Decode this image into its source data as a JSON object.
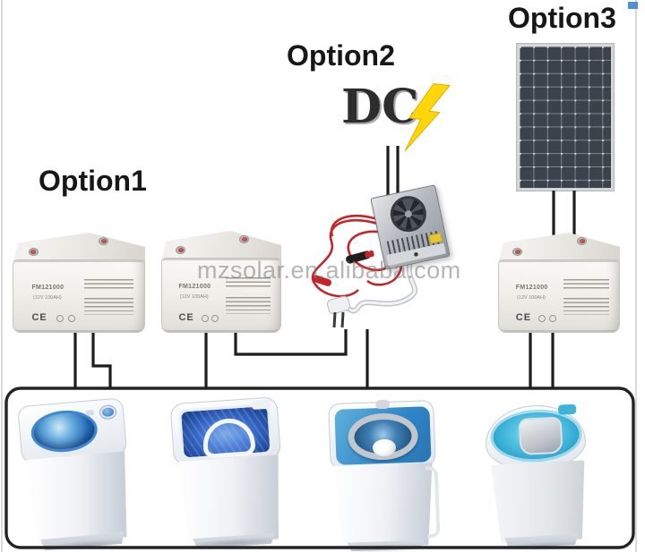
{
  "diagram": {
    "options": {
      "one": "Option1",
      "two": "Option2",
      "three": "Option3"
    },
    "dc_label": "DC",
    "watermark": "mzsolar.en.alibaba.com"
  },
  "battery": {
    "model": "FM121000",
    "spec": "(12V 100AH)",
    "ce": "CE"
  },
  "colors": {
    "lightning_bolt": "#ffd60a",
    "wire_black": "#1d1d1d",
    "wire_red": "#c3262a",
    "solar_cell": "#3b424c",
    "washer_blue": "#2e6fc0",
    "washer_cyan": "#2fb3da",
    "watermark_gray": "#7a7a7a",
    "corner_chip_blue": "#5191ce"
  },
  "icons": {
    "lightning_bolt": "lightning-bolt-icon",
    "fan": "fan-icon",
    "solar_panel": "solar-panel",
    "power_plug": "power-plug-icon",
    "alligator_clip": "alligator-clip-icon"
  }
}
